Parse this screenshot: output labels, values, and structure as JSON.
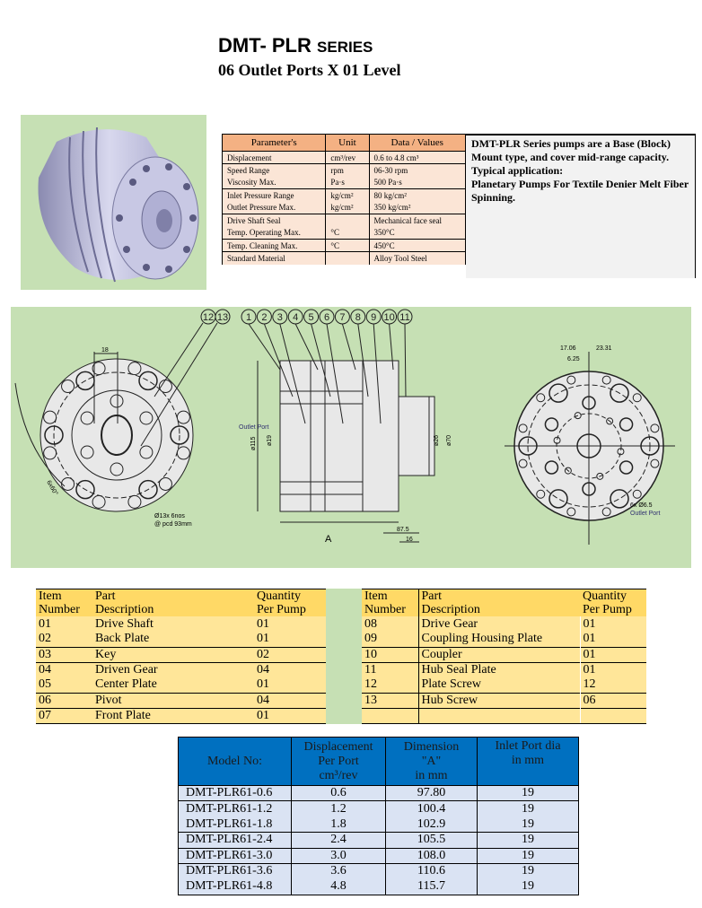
{
  "header": {
    "title_main": "DMT- PLR",
    "title_series": "SERIES",
    "subtitle": "06 Outlet Ports X 01 Level"
  },
  "spec_table": {
    "headers": [
      "Parameter's",
      "Unit",
      "Data / Values"
    ],
    "rows": [
      [
        "Displacement",
        "cm³/rev",
        "0.6 to 4.8 cm³"
      ],
      [
        "Speed Range",
        "rpm",
        "06-30 rpm"
      ],
      [
        "Viscosity Max.",
        "Pa·s",
        "500 Pa·s"
      ],
      [
        "Inlet Pressure Range",
        "kg/cm²",
        "80 kg/cm²"
      ],
      [
        "Outlet Pressure Max.",
        "kg/cm²",
        "350 kg/cm²"
      ],
      [
        "Drive Shaft Seal",
        "",
        "Mechanical face seal"
      ],
      [
        "Temp. Operating Max.",
        "°C",
        "350°C"
      ],
      [
        "Temp. Cleaning Max.",
        "°C",
        "450°C"
      ],
      [
        "Standard Material",
        "",
        "Alloy Tool Steel"
      ]
    ]
  },
  "description": {
    "line1": "DMT-PLR Series pumps are a Base (Block) Mount type, and cover mid-range capacity.",
    "line2": "Typical application:",
    "line3": "Planetary Pumps For Textile Denier Melt Fiber Spinning."
  },
  "drawing": {
    "balloons": [
      "1",
      "2",
      "3",
      "4",
      "5",
      "6",
      "7",
      "8",
      "9",
      "10",
      "11",
      "12",
      "13"
    ],
    "front": {
      "dim_key": "18",
      "angle": "6x60°",
      "hole_note1": "Ø13x 6nos",
      "hole_note2": "@ pcd 93mm"
    },
    "section": {
      "outlet_port": "Outlet Port",
      "d115": "ø115",
      "d19": "ø19",
      "d26": "ø26",
      "d70": "ø70",
      "dim_a": "A",
      "d87": "87.5",
      "d16": "16"
    },
    "rear": {
      "d1706": "17.06",
      "d2331": "23.31",
      "d625": "6.25",
      "note1": "6x Ø6.5",
      "note2": "Outlet Port"
    }
  },
  "parts_left": {
    "headers": [
      "Item\nNumber",
      "Part\nDescription",
      "Quantity\nPer Pump"
    ],
    "h": [
      [
        "Item",
        "Number"
      ],
      [
        "Part",
        "Description"
      ],
      [
        "Quantity",
        "Per Pump"
      ]
    ],
    "rows": [
      [
        "01",
        "Drive Shaft",
        "01"
      ],
      [
        "02",
        "Back Plate",
        "01"
      ],
      [
        "03",
        "Key",
        "02"
      ],
      [
        "04",
        "Driven Gear",
        "04"
      ],
      [
        "05",
        "Center Plate",
        "01"
      ],
      [
        "06",
        "Pivot",
        "04"
      ],
      [
        "07",
        "Front Plate",
        "01"
      ]
    ]
  },
  "parts_right": {
    "h": [
      [
        "Item",
        "Number"
      ],
      [
        "Part",
        "Description"
      ],
      [
        "Quantity",
        "Per Pump"
      ]
    ],
    "rows": [
      [
        "08",
        "Drive Gear",
        "01"
      ],
      [
        "09",
        "Coupling Housing Plate",
        "01"
      ],
      [
        "10",
        "Coupler",
        "01"
      ],
      [
        "11",
        "Hub Seal Plate",
        "01"
      ],
      [
        "12",
        "Plate Screw",
        "12"
      ],
      [
        "13",
        "Hub Screw",
        "06"
      ],
      [
        "",
        "",
        ""
      ]
    ]
  },
  "models": {
    "headers": {
      "model": "Model No:",
      "disp1": "Displacement",
      "disp2": "Per Port",
      "disp3": "cm³/rev",
      "dim1": "Dimension",
      "dim2": "\"A\"",
      "dim3": "in mm",
      "inlet1": "Inlet Port dia",
      "inlet2": "in mm"
    },
    "rows": [
      [
        "DMT-PLR61-0.6",
        "0.6",
        "97.80",
        "19"
      ],
      [
        "DMT-PLR61-1.2",
        "1.2",
        "100.4",
        "19"
      ],
      [
        "DMT-PLR61-1.8",
        "1.8",
        "102.9",
        "19"
      ],
      [
        "DMT-PLR61-2.4",
        "2.4",
        "105.5",
        "19"
      ],
      [
        "DMT-PLR61-3.0",
        "3.0",
        "108.0",
        "19"
      ],
      [
        "DMT-PLR61-3.6",
        "3.6",
        "110.6",
        "19"
      ],
      [
        "DMT-PLR61-4.8",
        "4.8",
        "115.7",
        "19"
      ]
    ]
  },
  "colors": {
    "spec_header": "#f4b183",
    "spec_rows": "#fbe5d6",
    "parts_header": "#ffd966",
    "parts_rows": "#ffe699",
    "model_header": "#0070c0",
    "model_rows": "#dae3f3",
    "drawing_bg": "#c6e0b4"
  }
}
